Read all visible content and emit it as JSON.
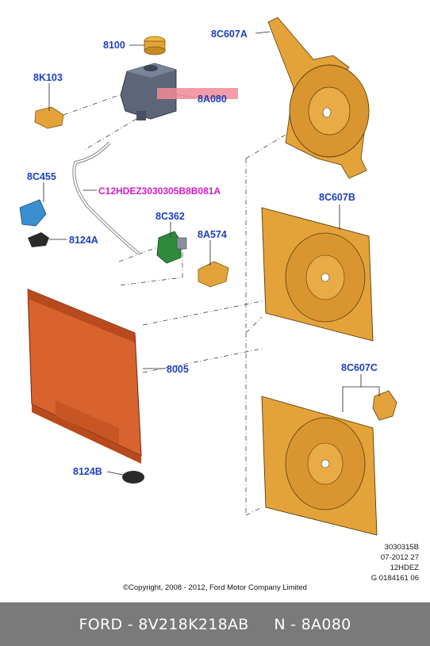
{
  "labels": {
    "p8100": "8100",
    "p8K103": "8K103",
    "p8A080": "8A080",
    "p8C607A": "8C607A",
    "p8C455": "8C455",
    "pC12": "C12HDEZ3030305B8B081A",
    "p8C362": "8C362",
    "p8A574": "8A574",
    "p8124A": "8124A",
    "p8C607B": "8C607B",
    "p8005": "8005",
    "p8C607C": "8C607C",
    "p8124B": "8124B"
  },
  "reference": {
    "line1": "3030315B",
    "line2": "07-2012 27",
    "line3": "12HDEZ",
    "line4": "G 0184161 06"
  },
  "copyright": "©Copyright, 2008 - 2012, Ford Motor Company Limited",
  "footer": "FORD - 8V218K218AB     N - 8A080",
  "colors": {
    "label_blue": "#1d3fbf",
    "label_magenta": "#d61ac9",
    "highlight": "#f28b95",
    "part_orange": "#e3a33a",
    "radiator": "#d9632e",
    "footer_bg": "#7a7a7a"
  }
}
